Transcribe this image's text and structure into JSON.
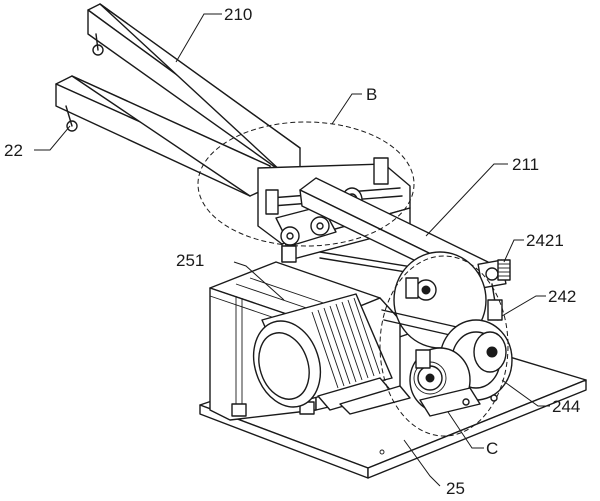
{
  "labels": {
    "l210": "210",
    "lB": "B",
    "l22": "22",
    "l211": "211",
    "l2421": "2421",
    "l251": "251",
    "l242": "242",
    "l244": "244",
    "lC": "C",
    "l25": "25"
  }
}
